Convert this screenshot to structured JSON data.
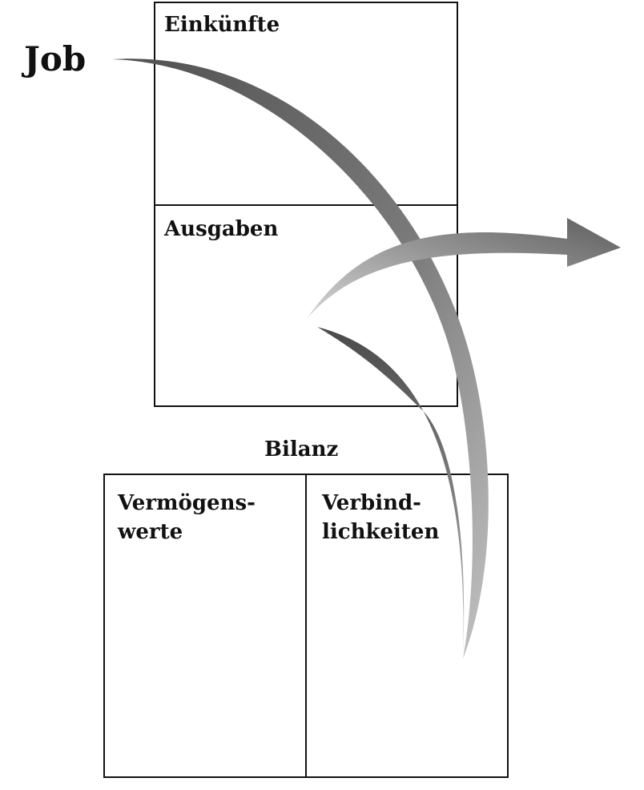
{
  "diagram": {
    "job_label": "Job",
    "income_statement": {
      "income_label": "Einkünfte",
      "expenses_label": "Ausgaben"
    },
    "balance_sheet": {
      "title": "Bilanz",
      "assets_line1": "Vermögens-",
      "assets_line2": "werte",
      "liabilities_line1": "Verbind-",
      "liabilities_line2": "lichkeiten"
    }
  },
  "colors": {
    "line": "#111111",
    "arrow_dark": "#5c5c5c",
    "arrow_light": "#c4c4c4",
    "background": "#ffffff"
  }
}
